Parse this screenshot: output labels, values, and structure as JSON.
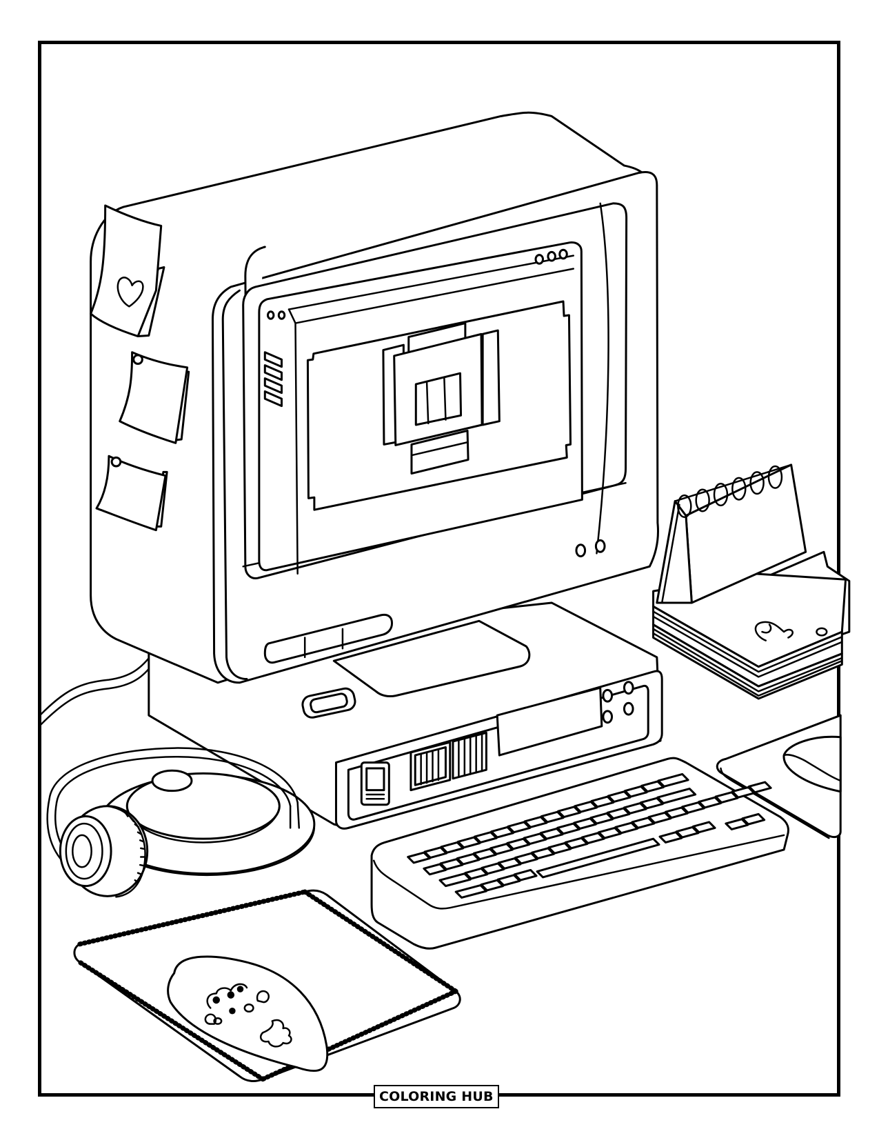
{
  "page": {
    "type": "coloring-page",
    "background_color": "#ffffff",
    "line_color": "#000000"
  },
  "branding": {
    "logo_text": "COLORING HUB"
  },
  "scene": {
    "objects": [
      {
        "name": "crt-monitor",
        "details": [
          "sticky-note-heart",
          "sticky-note-blank",
          "sticky-note-blank",
          "window-with-pixel-icon",
          "three-window-dots",
          "two-window-dots",
          "four-sidebar-bars",
          "two-round-buttons",
          "slot-bar"
        ]
      },
      {
        "name": "desktop-base-unit",
        "details": [
          "oval-button",
          "floppy-slot",
          "vented-panel",
          "vented-panel",
          "display-panel",
          "four-round-buttons"
        ]
      },
      {
        "name": "desk-calendar",
        "details": [
          "six-spiral-rings",
          "stacked-pages",
          "swirl-doodle"
        ]
      },
      {
        "name": "headphones",
        "details": [
          "headband",
          "ear-cup"
        ]
      },
      {
        "name": "cd-disc"
      },
      {
        "name": "keyboard"
      },
      {
        "name": "mouse-pad"
      },
      {
        "name": "mouse"
      },
      {
        "name": "stitched-rug",
        "details": [
          "strawberry-shape",
          "frog-face"
        ]
      },
      {
        "name": "cable"
      }
    ]
  }
}
